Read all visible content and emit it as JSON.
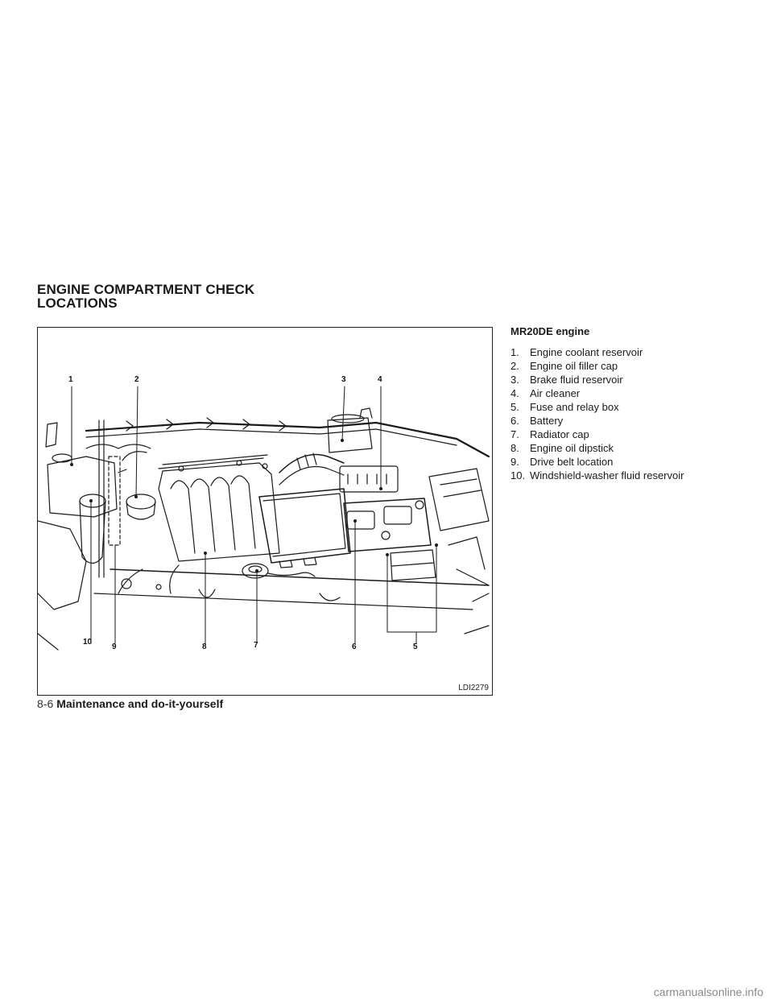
{
  "section": {
    "title_line1": "ENGINE COMPARTMENT CHECK",
    "title_line2": "LOCATIONS"
  },
  "figure": {
    "id": "LDI2279",
    "callouts": [
      "1",
      "2",
      "3",
      "4",
      "5",
      "6",
      "7",
      "8",
      "9",
      "10"
    ]
  },
  "legend": {
    "heading": "MR20DE engine",
    "items": [
      {
        "num": "1.",
        "label": "Engine coolant reservoir"
      },
      {
        "num": "2.",
        "label": "Engine oil filler cap"
      },
      {
        "num": "3.",
        "label": "Brake fluid reservoir"
      },
      {
        "num": "4.",
        "label": "Air cleaner"
      },
      {
        "num": "5.",
        "label": "Fuse and relay box"
      },
      {
        "num": "6.",
        "label": "Battery"
      },
      {
        "num": "7.",
        "label": "Radiator cap"
      },
      {
        "num": "8.",
        "label": "Engine oil dipstick"
      },
      {
        "num": "9.",
        "label": "Drive belt location"
      },
      {
        "num": "10.",
        "label": "Windshield-washer fluid reservoir"
      }
    ]
  },
  "footer": {
    "page": "8-6",
    "title": "Maintenance and do-it-yourself"
  },
  "watermark": "carmanualsonline.info"
}
